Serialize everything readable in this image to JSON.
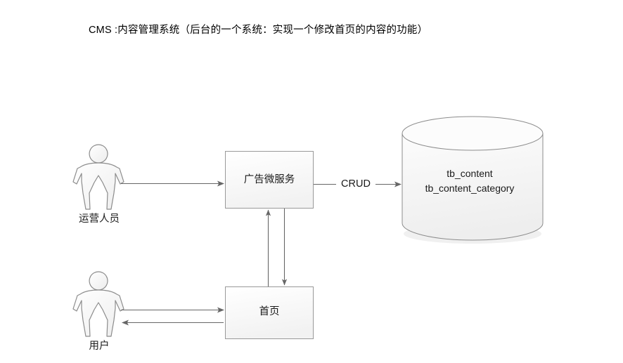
{
  "diagram": {
    "title": "CMS :内容管理系统（后台的一个系统：实现一个修改首页的内容的功能）",
    "background_color": "#ffffff",
    "node_fill": "#fafafa",
    "node_stroke": "#999999",
    "arrow_color": "#666666",
    "text_color": "#1a1a1a",
    "nodes": [
      {
        "id": "actor-operator",
        "type": "actor",
        "label": "运营人员"
      },
      {
        "id": "actor-user",
        "type": "actor",
        "label": "用户"
      },
      {
        "id": "ad-service",
        "type": "process-box",
        "label": "广告微服务"
      },
      {
        "id": "homepage",
        "type": "process-box",
        "label": "首页"
      },
      {
        "id": "database",
        "type": "cylinder",
        "label_line_1": "tb_content",
        "label_line_2": "tb_content_category"
      }
    ],
    "edges": [
      {
        "id": "operator-to-ad-service",
        "from": "actor-operator",
        "to": "ad-service",
        "label": "",
        "direction": "right"
      },
      {
        "id": "ad-service-to-database",
        "from": "ad-service",
        "to": "database",
        "label": "CRUD",
        "direction": "right"
      },
      {
        "id": "homepage-to-ad-service",
        "from": "homepage",
        "to": "ad-service",
        "label": "",
        "direction": "up"
      },
      {
        "id": "ad-service-to-homepage",
        "from": "ad-service",
        "to": "homepage",
        "label": "",
        "direction": "down"
      },
      {
        "id": "user-to-homepage",
        "from": "actor-user",
        "to": "homepage",
        "label": "",
        "direction": "right"
      },
      {
        "id": "homepage-to-user",
        "from": "homepage",
        "to": "actor-user",
        "label": "",
        "direction": "left"
      }
    ]
  }
}
